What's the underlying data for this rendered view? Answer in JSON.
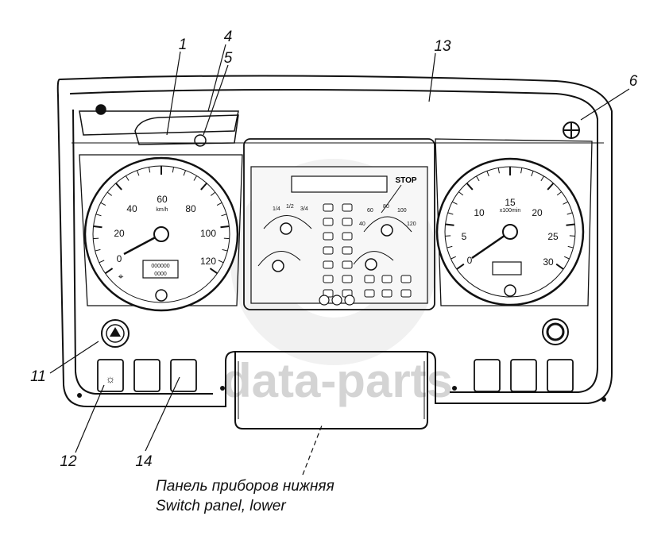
{
  "callouts": [
    "1",
    "4",
    "5",
    "13",
    "6",
    "11",
    "12",
    "14"
  ],
  "caption": {
    "line_ru": "Панель приборов нижняя",
    "line_en": "Switch panel, lower"
  },
  "watermark": "data-parts",
  "speedometer": {
    "ticks": [
      "0",
      "20",
      "40",
      "60",
      "80",
      "100",
      "120"
    ],
    "unit": "km/h",
    "odometer_top": "000000",
    "odometer_bottom": "0000"
  },
  "tachometer": {
    "ticks": [
      "0",
      "5",
      "10",
      "15",
      "20",
      "25",
      "30"
    ],
    "unit": "x100min"
  },
  "center_panel": {
    "stop_label": "STOP",
    "fuel_ticks": [
      "1/4",
      "1/2",
      "3/4"
    ],
    "temp_ticks": [
      "40",
      "60",
      "80",
      "100",
      "120"
    ]
  },
  "colors": {
    "line": "#111111",
    "watermark": "#d9d9d9",
    "panel_shade": "#f4f4f4"
  }
}
